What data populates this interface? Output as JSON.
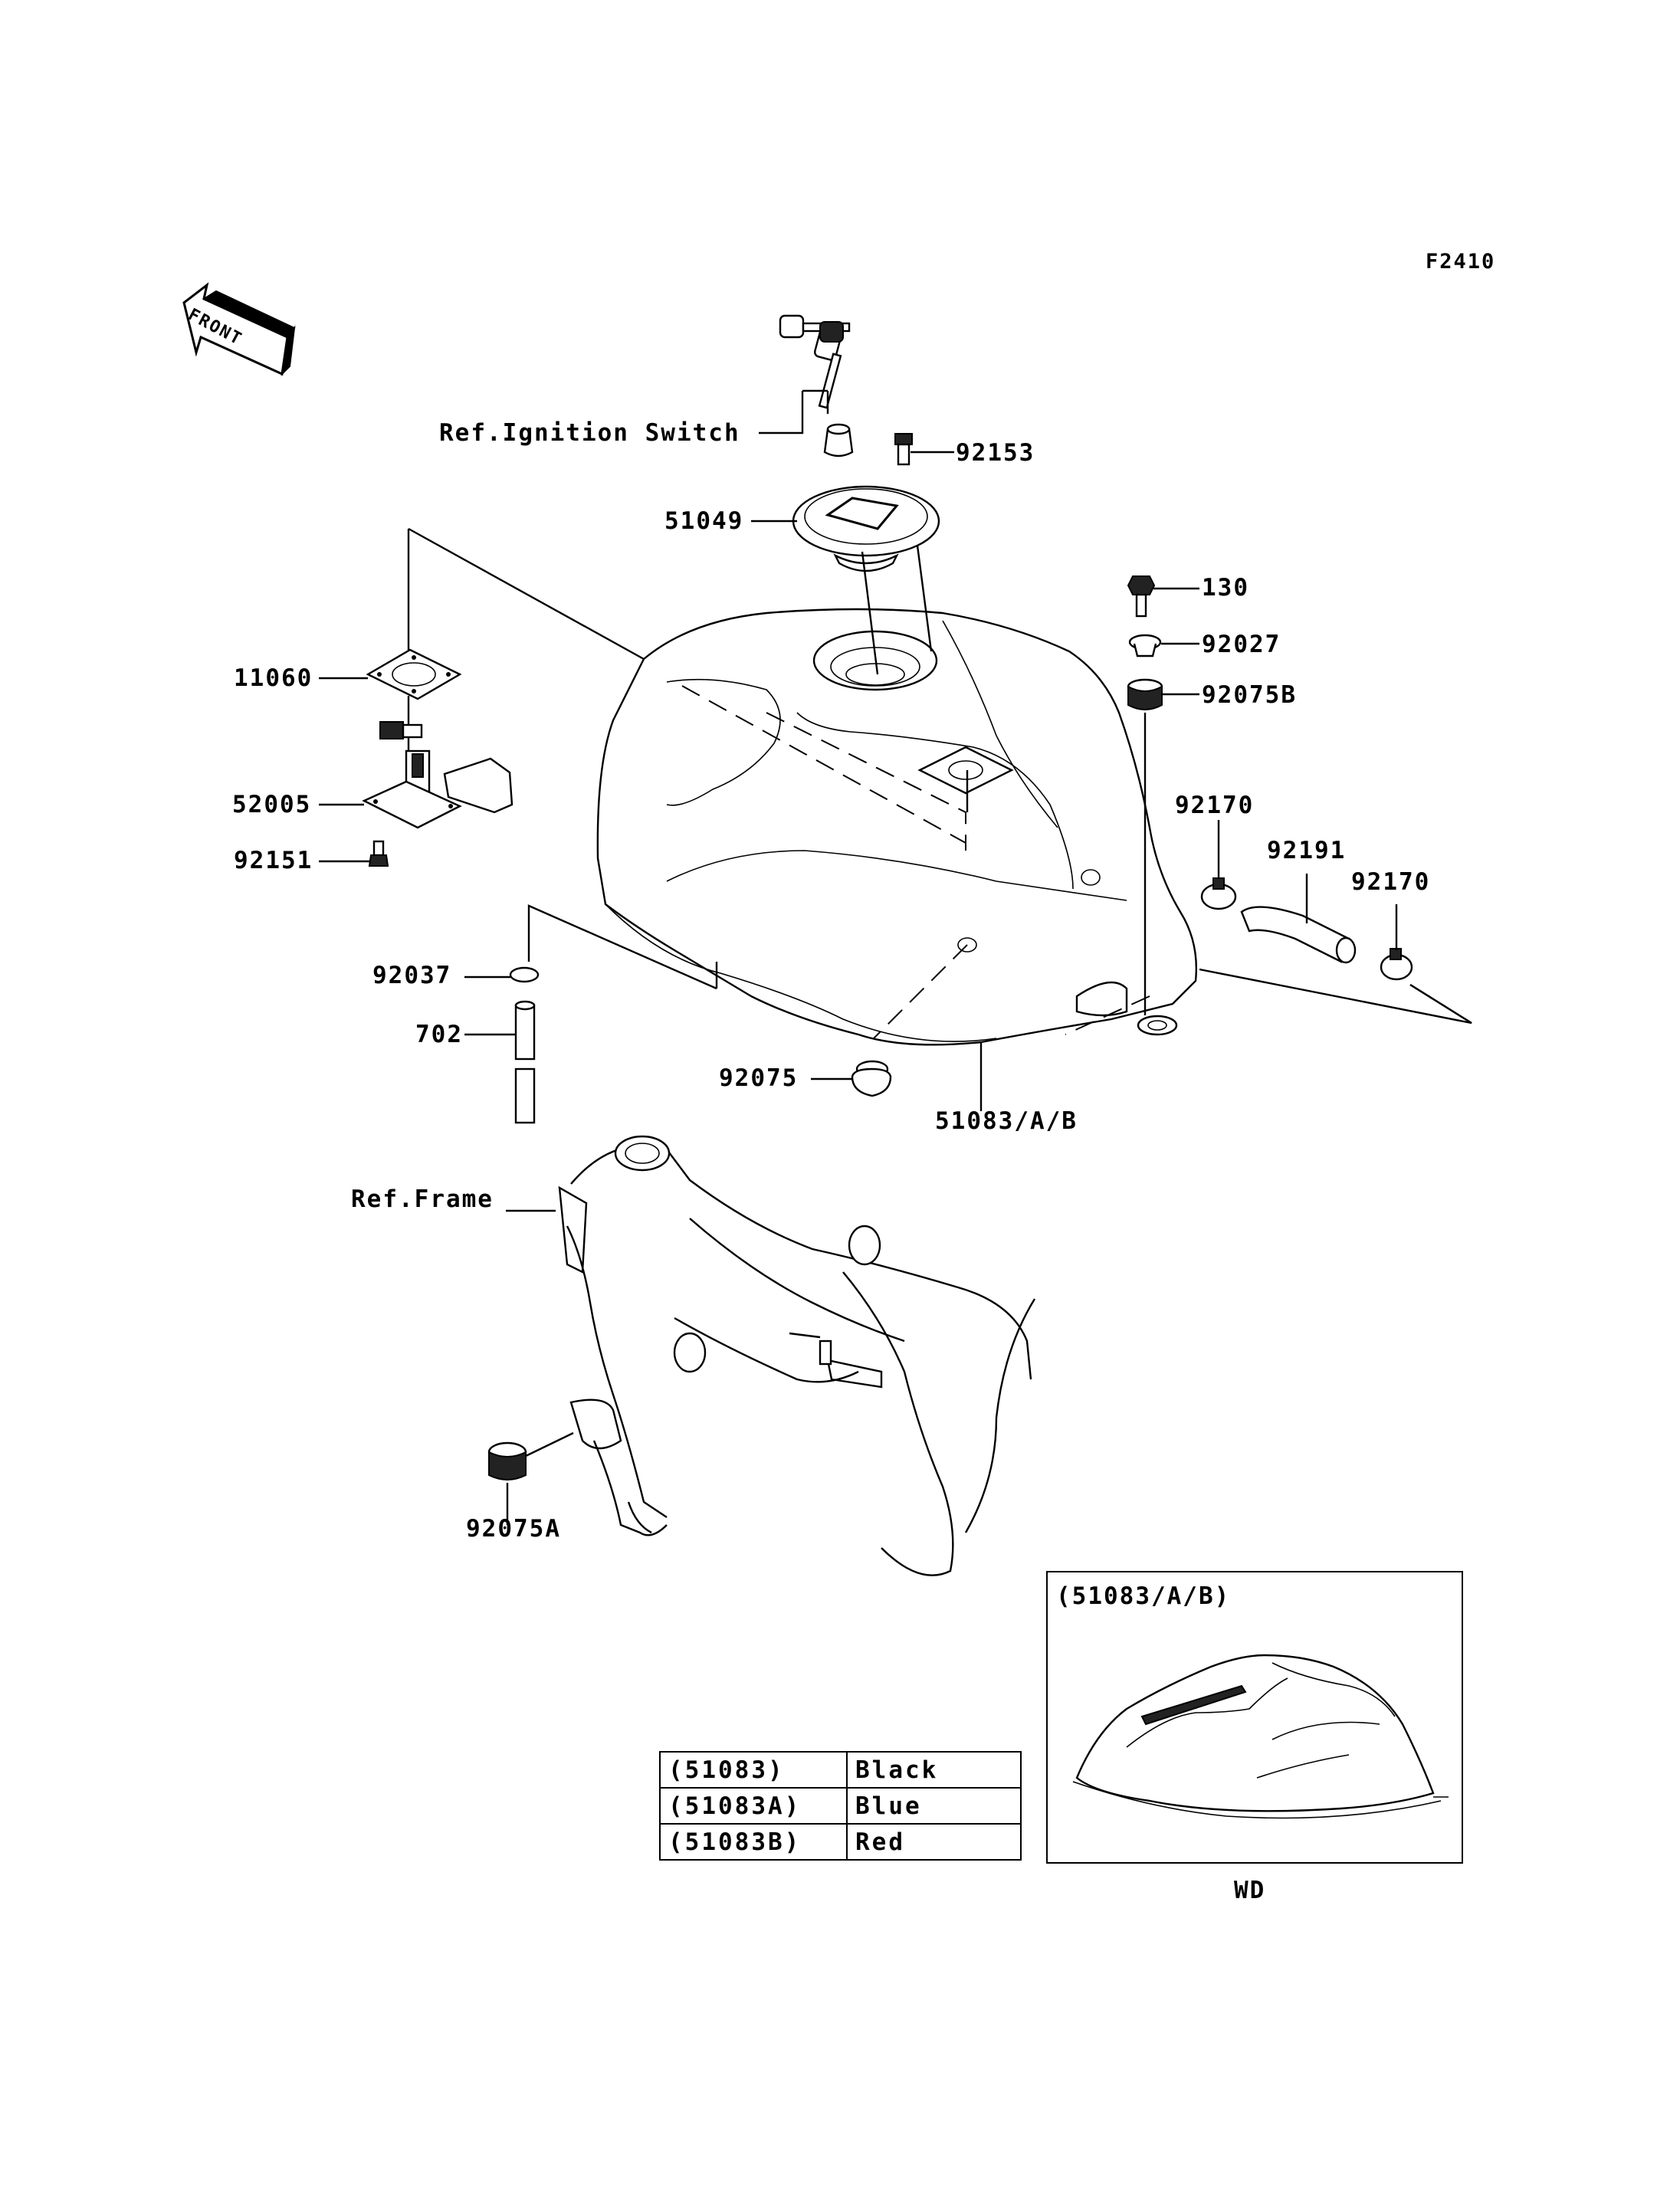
{
  "figure_code": "F2410",
  "front_badge": "FRONT",
  "labels": {
    "ignition": "Ref.Ignition Switch",
    "p92153": "92153",
    "p51049": "51049",
    "p130": "130",
    "p92027": "92027",
    "p92075b": "92075B",
    "p11060": "11060",
    "p52005": "52005",
    "p92151": "92151",
    "p92170_a": "92170",
    "p92191": "92191",
    "p92170_b": "92170",
    "p92037": "92037",
    "p702": "702",
    "p92075": "92075",
    "p51083": "51083/A/B",
    "frame": "Ref.Frame",
    "p92075a": "92075A"
  },
  "inset": {
    "title": "(51083/A/B)",
    "caption": "WD"
  },
  "color_table": [
    {
      "code": "(51083)",
      "color": "Black"
    },
    {
      "code": "(51083A)",
      "color": "Blue"
    },
    {
      "code": "(51083B)",
      "color": "Red"
    }
  ]
}
